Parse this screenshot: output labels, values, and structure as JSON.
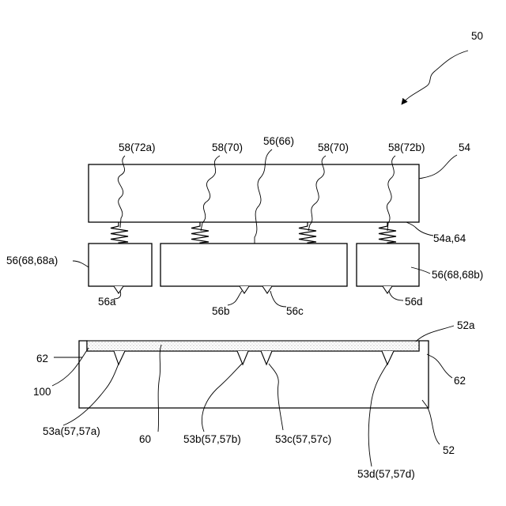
{
  "labels": {
    "assembly": "50",
    "upper_plate": "54",
    "upper_plate_surface": "54a,64",
    "spring_left_outer": "58(72a)",
    "spring_left_inner": "58(70)",
    "center_punch": "56(66)",
    "spring_right_inner": "58(70)",
    "spring_right_outer": "58(72b)",
    "left_punch": "56(68,68a)",
    "right_punch": "56(68,68b)",
    "tip_a": "56a",
    "tip_b": "56b",
    "tip_c": "56c",
    "tip_d": "56d",
    "sheet_top": "52a",
    "wall_left": "62",
    "wall_right": "62",
    "corner": "100",
    "groove_a": "53a(57,57a)",
    "layer": "60",
    "groove_b": "53b(57,57b)",
    "groove_c": "53c(57,57c)",
    "groove_d": "53d(57,57d)",
    "base": "52"
  }
}
